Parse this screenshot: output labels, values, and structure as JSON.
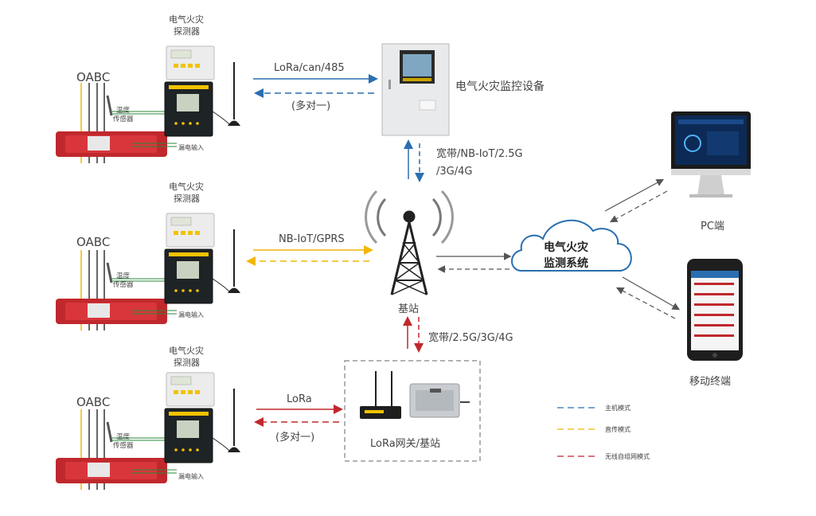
{
  "detectors": [
    {
      "title_line1": "电气火灾",
      "title_line2": "探测器",
      "phases": "OABC",
      "temp_line1": "温度",
      "temp_line2": "传感器",
      "leak": "漏电输入"
    },
    {
      "title_line1": "电气火灾",
      "title_line2": "探测器",
      "phases": "OABC",
      "temp_line1": "温度",
      "temp_line2": "传感器",
      "leak": "漏电输入"
    },
    {
      "title_line1": "电气火灾",
      "title_line2": "探测器",
      "phases": "OABC",
      "temp_line1": "温度",
      "temp_line2": "传感器",
      "leak": "漏电输入"
    }
  ],
  "links": {
    "top_proto": "LoRa/can/485",
    "top_ratio": "(多对一)",
    "mid_proto": "NB-IoT/GPRS",
    "bot_proto": "LoRa",
    "bot_ratio": "(多对一)",
    "monitor_to_station_line1": "宽带/NB-IoT/2.5G",
    "monitor_to_station_line2": "/3G/4G",
    "gateway_to_station": "宽带/2.5G/3G/4G"
  },
  "nodes": {
    "monitor_device": "电气火灾监控设备",
    "base_station": "基站",
    "cloud_line1": "电气火灾",
    "cloud_line2": "监测系统",
    "pc": "PC端",
    "mobile": "移动终端",
    "gateway": "LoRa网关/基站"
  },
  "legend": [
    {
      "label": "主机模式",
      "color": "#2a6fb0"
    },
    {
      "label": "直传模式",
      "color": "#f2b705"
    },
    {
      "label": "无线自组网模式",
      "color": "#c0282d"
    }
  ]
}
